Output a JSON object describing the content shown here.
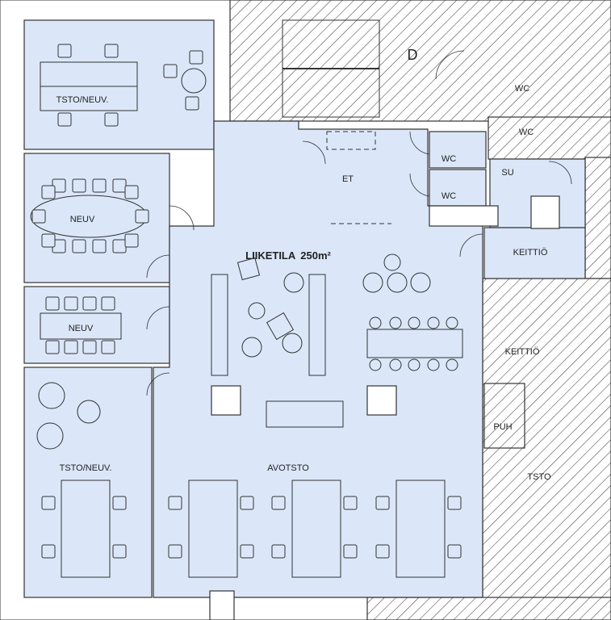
{
  "plan": {
    "main_space": {
      "name": "LIIKETILA",
      "area": "250m²"
    },
    "rooms": {
      "tsto_neuv_top": "TSTO/NEUV.",
      "neuv_oval": "NEUV",
      "neuv_small": "NEUV",
      "tsto_neuv_bottom": "TSTO/NEUV.",
      "avotsto": "AVOTSTO",
      "et": "ET",
      "wc_1": "WC",
      "wc_2": "WC",
      "wc_3": "WC",
      "wc_4": "WC",
      "su": "SU",
      "keittio": "KEITTIÖ",
      "keittio_2": "KEITTIÖ",
      "puh": "PUH",
      "tsto": "TSTO",
      "stair": "D"
    },
    "colors": {
      "room_fill": "#dbe7f9",
      "line": "#333333"
    }
  }
}
